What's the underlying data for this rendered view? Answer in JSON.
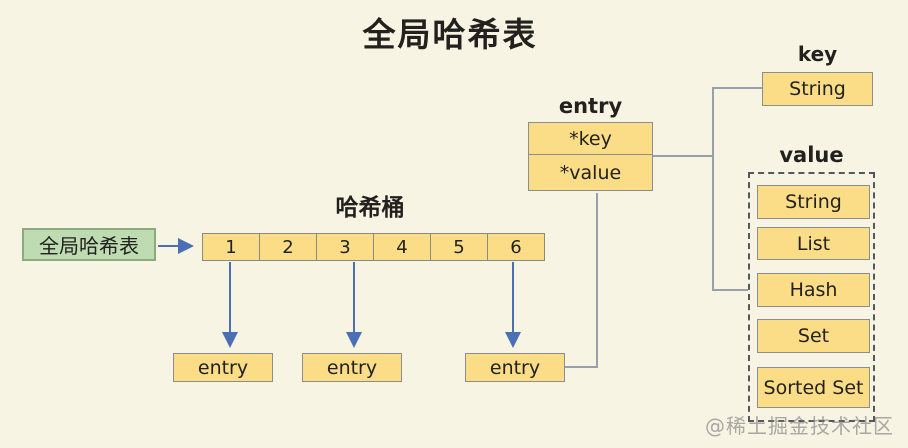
{
  "title": "全局哈希表",
  "global_box": {
    "label": "全局哈希表"
  },
  "bucket": {
    "label": "哈希桶",
    "cells": [
      "1",
      "2",
      "3",
      "4",
      "5",
      "6"
    ]
  },
  "entries": [
    "entry",
    "entry",
    "entry"
  ],
  "entry_struct": {
    "label": "entry",
    "fields": [
      "*key",
      "*value"
    ]
  },
  "key_section": {
    "label": "key",
    "type": "String"
  },
  "value_section": {
    "label": "value",
    "types": [
      "String",
      "List",
      "Hash",
      "Set",
      "Sorted Set"
    ]
  },
  "watermark": "@稀土掘金技术社区",
  "colors": {
    "background": "#f8f4e4",
    "node_fill": "#fbdd87",
    "node_border": "#8a8e8f",
    "green_fill": "#bedbb2",
    "green_border": "#8caa80",
    "arrow_blue": "#4a6fb5",
    "connector_gray": "#98a0ac"
  }
}
